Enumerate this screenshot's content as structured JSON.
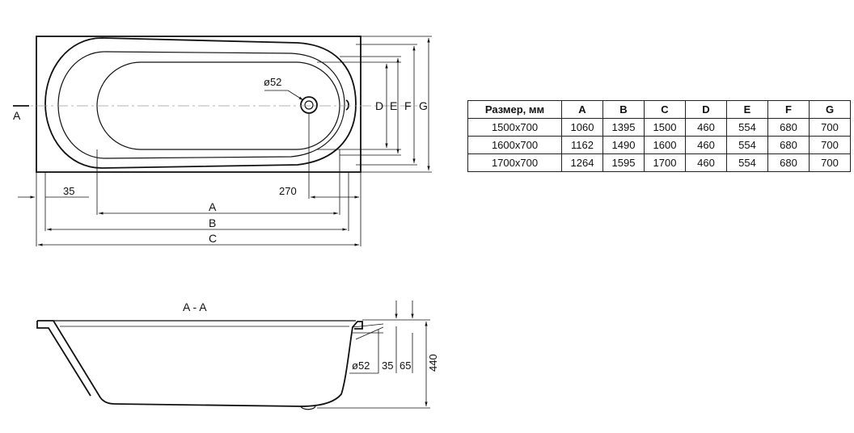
{
  "plan": {
    "section_mark": "A",
    "labels": {
      "d": "D",
      "e": "E",
      "f": "F",
      "g": "G"
    },
    "drain": "ø52",
    "dim_35": "35",
    "dim_270": "270",
    "dim_a": "A",
    "dim_b": "B",
    "dim_c": "C"
  },
  "section": {
    "title": "A - A",
    "drain": "ø52",
    "dim_35": "35",
    "dim_65": "65",
    "dim_440": "440"
  },
  "table": {
    "headers": [
      "Размер, мм",
      "A",
      "B",
      "C",
      "D",
      "E",
      "F",
      "G"
    ],
    "rows": [
      [
        "1500x700",
        "1060",
        "1395",
        "1500",
        "460",
        "554",
        "680",
        "700"
      ],
      [
        "1600x700",
        "1162",
        "1490",
        "1600",
        "460",
        "554",
        "680",
        "700"
      ],
      [
        "1700x700",
        "1264",
        "1595",
        "1700",
        "460",
        "554",
        "680",
        "700"
      ]
    ]
  }
}
